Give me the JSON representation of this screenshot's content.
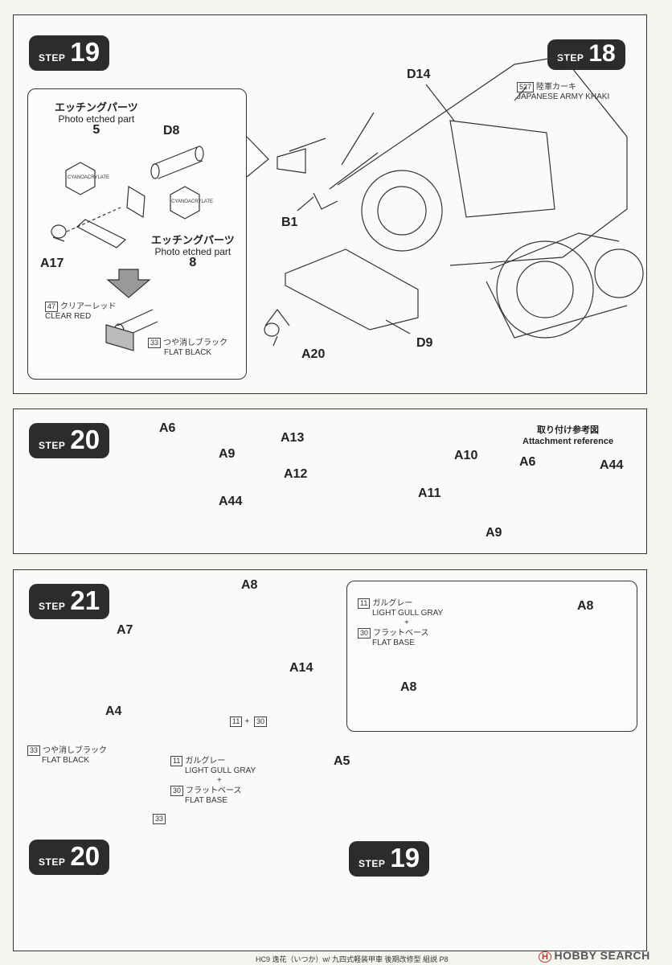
{
  "steps": {
    "s19": "19",
    "s18": "18",
    "s20": "20",
    "s21": "21",
    "s20_ref": "20",
    "s19_ref": "19",
    "word": "STEP"
  },
  "labels": {
    "d8": "D8",
    "d14": "D14",
    "a17": "A17",
    "b1": "B1",
    "a20": "A20",
    "d9": "D9",
    "a6": "A6",
    "a9": "A9",
    "a44": "A44",
    "a13": "A13",
    "a12": "A12",
    "a10": "A10",
    "a11": "A11",
    "ref_a6": "A6",
    "ref_a44": "A44",
    "ref_a9": "A9",
    "a8": "A8",
    "a7": "A7",
    "a14": "A14",
    "a4": "A4",
    "a5": "A5",
    "callout_a8": "A8",
    "callout_a8b": "A8"
  },
  "etched_top": {
    "jp": "エッチングパーツ",
    "en": "Photo etched part",
    "num": "5"
  },
  "etched_bottom": {
    "jp": "エッチングパーツ",
    "en": "Photo etched part",
    "num": "8"
  },
  "glue": "CYANOACRYLATE",
  "paints": {
    "khaki": {
      "num": "527",
      "jp": "陸軍カーキ",
      "en": "JAPANESE ARMY KHAKI"
    },
    "clear_red": {
      "num": "47",
      "jp": "クリアーレッド",
      "en": "CLEAR RED"
    },
    "flat_black": {
      "num": "33",
      "jp": "つや消しブラック",
      "en": "FLAT BLACK"
    },
    "mix_plus": "+",
    "gull_gray": {
      "num": "11",
      "jp": "ガルグレー",
      "en": "LIGHT GULL GRAY"
    },
    "flat_base": {
      "num": "30",
      "jp": "フラットベース",
      "en": "FLAT BASE"
    },
    "callout_gull": {
      "num": "11",
      "jp": "ガルグレー",
      "en": "LIGHT GULL GRAY"
    },
    "callout_base": {
      "num": "30",
      "jp": "フラットベース",
      "en": "FLAT BASE"
    },
    "a14_mix_a": "11",
    "a14_mix_plus": "+",
    "a14_mix_b": "30",
    "step21_black": {
      "num": "33",
      "jp": "つや消しブラック",
      "en": "FLAT BLACK"
    },
    "small_33": "33"
  },
  "reference": {
    "jp": "取り付け参考図",
    "en": "Attachment reference"
  },
  "footer": "HC9 逸花（いつか）w/ 九四式軽装甲車 後期改修型 組説 P8",
  "brand": {
    "logo": "H",
    "name": "HOBBY SEARCH"
  }
}
